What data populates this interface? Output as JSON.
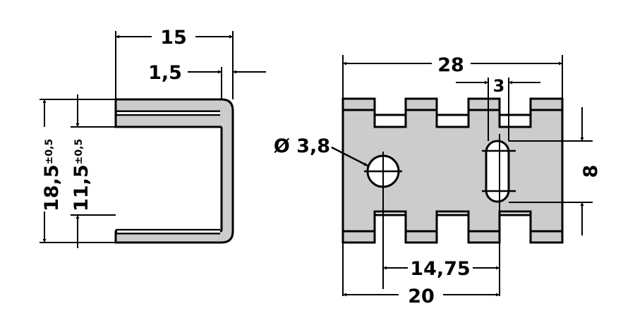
{
  "colors": {
    "fill": "#cccccc",
    "line": "#000000",
    "background": "#ffffff"
  },
  "side_view": {
    "dim_width": "15",
    "dim_thickness": "1,5",
    "dim_outer_height": "18,5",
    "dim_outer_height_tol": "±0,5",
    "dim_inner_height": "11,5",
    "dim_inner_height_tol": "±0,5"
  },
  "front_view": {
    "dim_total_width": "28",
    "dim_slot_width": "3",
    "dim_hole_diameter": "Ø 3,8",
    "dim_slot_length": "8",
    "dim_hole_to_slot": "14,75",
    "dim_edge_to_slot": "20"
  }
}
